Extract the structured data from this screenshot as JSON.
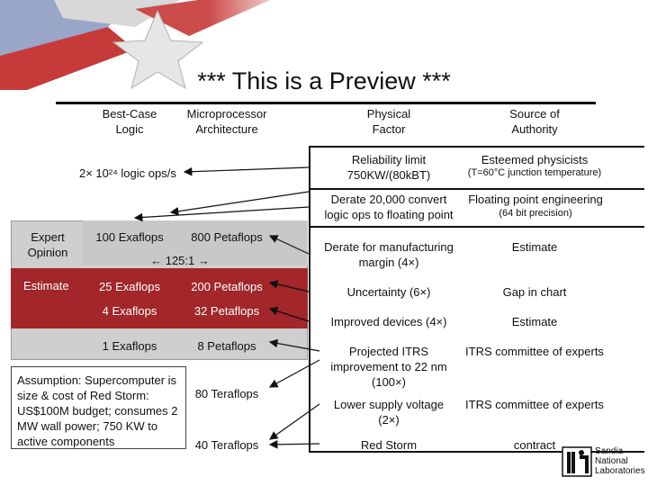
{
  "slide": {
    "title": "*** This is a Preview ***",
    "headers": {
      "best_case_logic": "Best-Case\nLogic",
      "microprocessor_architecture": "Microprocessor\nArchitecture",
      "physical_factor": "Physical\nFactor",
      "source_of_authority": "Source of\nAuthority"
    },
    "top_row": {
      "logic_ops": "2× 10²⁴ logic ops/s"
    },
    "left_labels": {
      "expert_opinion": "Expert\nOpinion",
      "estimate": "Estimate"
    },
    "grid": {
      "r1c1": "100 Exaflops",
      "r1c2": "800 Petaflops",
      "ratio": "← 125:1 →",
      "r2c1": "25 Exaflops",
      "r2c2": "200 Petaflops",
      "r3c1": "4 Exaflops",
      "r3c2": "32 Petaflops",
      "r4c1": "1 Exaflops",
      "r4c2": "8 Petaflops",
      "r5c2": "80 Teraflops",
      "r6c2": "40 Teraflops"
    },
    "assumption": "Assumption: Supercomputer is size & cost of Red Storm: US$100M budget; consumes 2 MW wall power; 750 KW to active components",
    "right_rows": [
      {
        "factor": "Reliability limit\n750KW/(80kBT)",
        "authority": "Esteemed physicists",
        "authority_note": "(T=60°C junction temperature)"
      },
      {
        "factor": "Derate 20,000 convert\nlogic ops to floating point",
        "authority": "Floating point engineering",
        "authority_note": "(64 bit precision)"
      },
      {
        "factor": "Derate for manufacturing\nmargin (4×)",
        "authority": "Estimate",
        "authority_note": ""
      },
      {
        "factor": "Uncertainty (6×)",
        "authority": "Gap in chart",
        "authority_note": ""
      },
      {
        "factor": "Improved devices (4×)",
        "authority": "Estimate",
        "authority_note": ""
      },
      {
        "factor": "Projected ITRS\nimprovement to 22 nm\n(100×)",
        "authority": "ITRS committee of experts",
        "authority_note": ""
      },
      {
        "factor": "Lower supply voltage\n(2×)",
        "authority": "ITRS committee of experts",
        "authority_note": ""
      },
      {
        "factor": "Red Storm",
        "authority": "contract",
        "authority_note": ""
      }
    ],
    "logo_text": "Sandia\nNational\nLaboratories"
  },
  "colors": {
    "estimate_red": "#a2262a",
    "panel_gray": "#cfcfcf",
    "text": "#111111",
    "background": "#ffffff"
  }
}
